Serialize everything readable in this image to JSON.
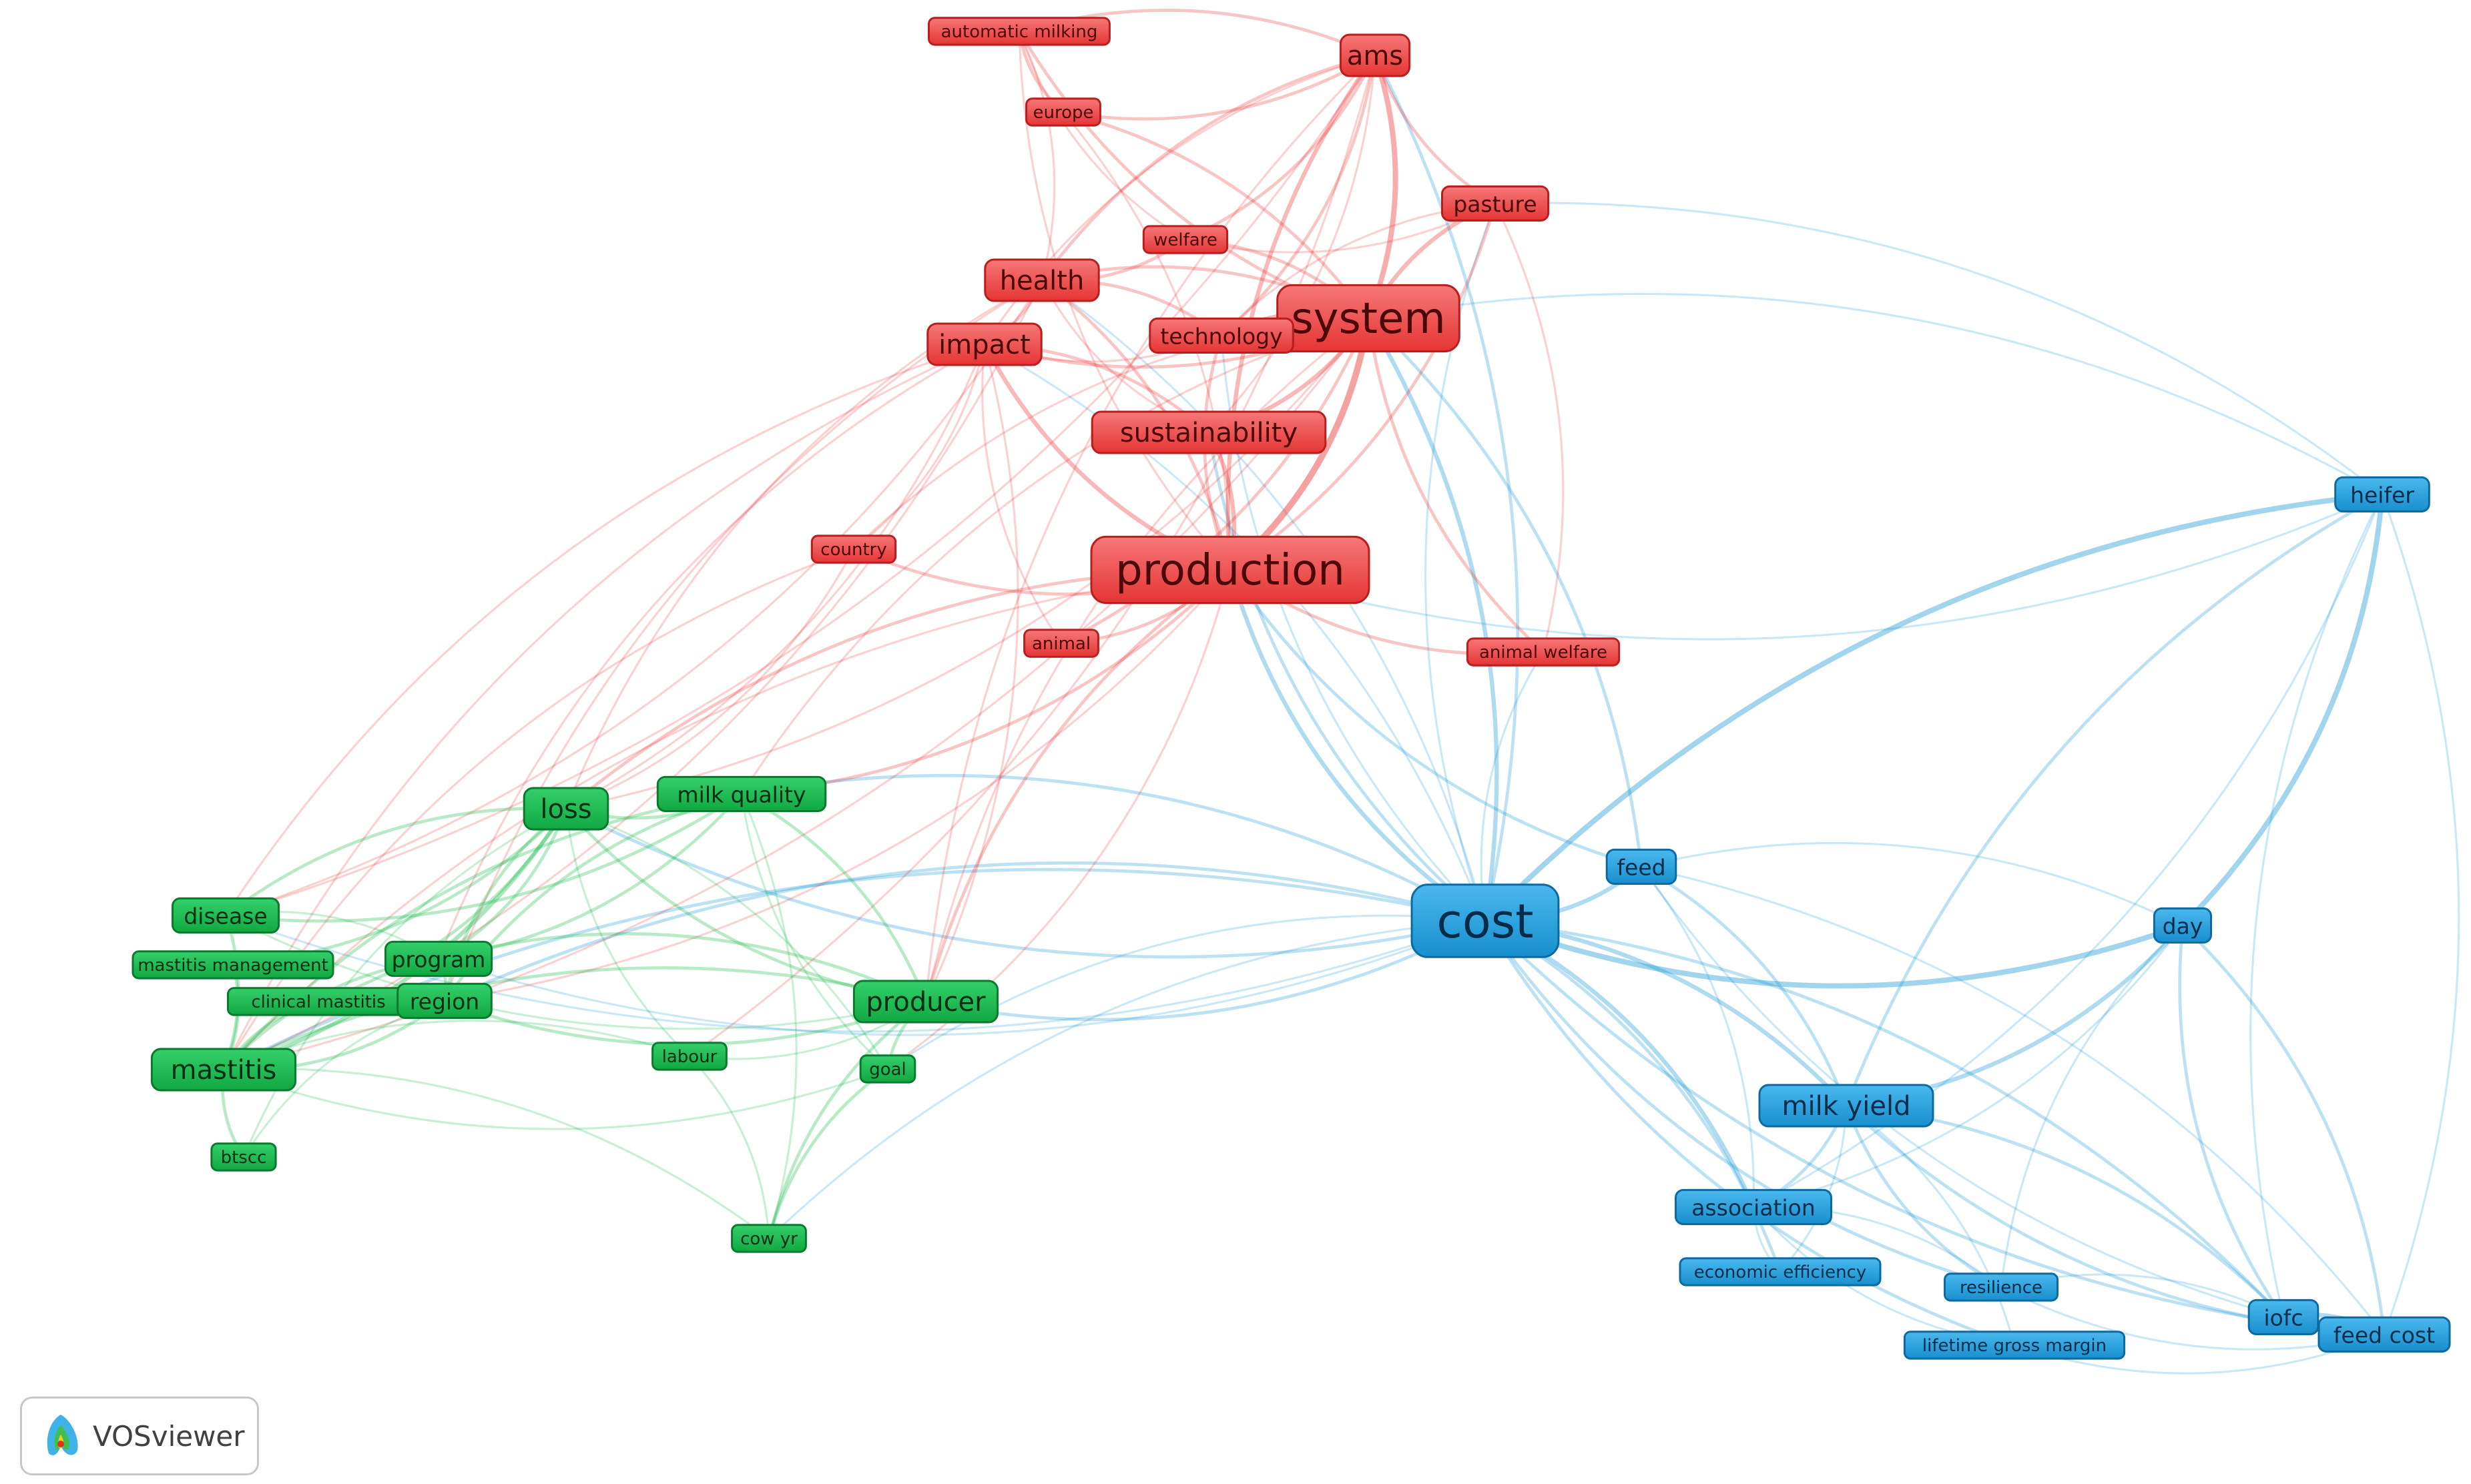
{
  "app": "VOSviewer",
  "colors": {
    "red": "#ec3b3b",
    "green": "#17b84a",
    "blue": "#1f9ad6"
  },
  "clusters": [
    {
      "id": "red",
      "terms": [
        "automatic milking",
        "ams",
        "europe",
        "pasture",
        "welfare",
        "health",
        "system",
        "technology",
        "impact",
        "sustainability",
        "country",
        "production",
        "animal",
        "animal welfare"
      ]
    },
    {
      "id": "green",
      "terms": [
        "loss",
        "milk quality",
        "disease",
        "mastitis management",
        "program",
        "clinical mastitis",
        "region",
        "producer",
        "mastitis",
        "labour",
        "goal",
        "btscc",
        "cow yr"
      ]
    },
    {
      "id": "blue",
      "terms": [
        "heifer",
        "feed",
        "cost",
        "day",
        "milk yield",
        "association",
        "economic efficiency",
        "resilience",
        "iofc",
        "feed cost",
        "lifetime gross margin"
      ]
    }
  ],
  "nodes": [
    {
      "label": "automatic milking",
      "cluster": "red",
      "weight": 1
    },
    {
      "label": "ams",
      "cluster": "red",
      "weight": 3
    },
    {
      "label": "europe",
      "cluster": "red",
      "weight": 1
    },
    {
      "label": "pasture",
      "cluster": "red",
      "weight": 2
    },
    {
      "label": "welfare",
      "cluster": "red",
      "weight": 1
    },
    {
      "label": "health",
      "cluster": "red",
      "weight": 3
    },
    {
      "label": "system",
      "cluster": "red",
      "weight": 6
    },
    {
      "label": "technology",
      "cluster": "red",
      "weight": 2
    },
    {
      "label": "impact",
      "cluster": "red",
      "weight": 3
    },
    {
      "label": "sustainability",
      "cluster": "red",
      "weight": 3
    },
    {
      "label": "country",
      "cluster": "red",
      "weight": 1
    },
    {
      "label": "production",
      "cluster": "red",
      "weight": 6
    },
    {
      "label": "animal",
      "cluster": "red",
      "weight": 1
    },
    {
      "label": "animal welfare",
      "cluster": "red",
      "weight": 1
    },
    {
      "label": "loss",
      "cluster": "green",
      "weight": 3
    },
    {
      "label": "milk quality",
      "cluster": "green",
      "weight": 2
    },
    {
      "label": "disease",
      "cluster": "green",
      "weight": 2
    },
    {
      "label": "mastitis management",
      "cluster": "green",
      "weight": 1
    },
    {
      "label": "program",
      "cluster": "green",
      "weight": 2
    },
    {
      "label": "clinical mastitis",
      "cluster": "green",
      "weight": 1
    },
    {
      "label": "region",
      "cluster": "green",
      "weight": 2
    },
    {
      "label": "producer",
      "cluster": "green",
      "weight": 3
    },
    {
      "label": "mastitis",
      "cluster": "green",
      "weight": 3
    },
    {
      "label": "labour",
      "cluster": "green",
      "weight": 1
    },
    {
      "label": "goal",
      "cluster": "green",
      "weight": 1
    },
    {
      "label": "btscc",
      "cluster": "green",
      "weight": 1
    },
    {
      "label": "cow yr",
      "cluster": "green",
      "weight": 1
    },
    {
      "label": "heifer",
      "cluster": "blue",
      "weight": 2
    },
    {
      "label": "feed",
      "cluster": "blue",
      "weight": 2
    },
    {
      "label": "cost",
      "cluster": "blue",
      "weight": 7
    },
    {
      "label": "day",
      "cluster": "blue",
      "weight": 2
    },
    {
      "label": "milk yield",
      "cluster": "blue",
      "weight": 3
    },
    {
      "label": "association",
      "cluster": "blue",
      "weight": 2
    },
    {
      "label": "economic efficiency",
      "cluster": "blue",
      "weight": 1
    },
    {
      "label": "resilience",
      "cluster": "blue",
      "weight": 1
    },
    {
      "label": "iofc",
      "cluster": "blue",
      "weight": 2
    },
    {
      "label": "feed cost",
      "cluster": "blue",
      "weight": 2
    },
    {
      "label": "lifetime gross margin",
      "cluster": "blue",
      "weight": 1
    }
  ],
  "links": [
    [
      "cost",
      "heifer",
      4
    ],
    [
      "cost",
      "day",
      4
    ],
    [
      "cost",
      "milk yield",
      3
    ],
    [
      "cost",
      "feed",
      3
    ],
    [
      "cost",
      "association",
      3
    ],
    [
      "cost",
      "resilience",
      2
    ],
    [
      "cost",
      "iofc",
      2
    ],
    [
      "cost",
      "feed cost",
      2
    ],
    [
      "cost",
      "economic efficiency",
      2
    ],
    [
      "cost",
      "lifetime gross margin",
      2
    ],
    [
      "cost",
      "production",
      3
    ],
    [
      "cost",
      "system",
      3
    ],
    [
      "cost",
      "producer",
      2
    ],
    [
      "cost",
      "mastitis",
      2
    ],
    [
      "cost",
      "loss",
      2
    ],
    [
      "cost",
      "region",
      2
    ],
    [
      "cost",
      "program",
      1
    ],
    [
      "cost",
      "ams",
      2
    ],
    [
      "cost",
      "pasture",
      1
    ],
    [
      "cost",
      "milk quality",
      2
    ],
    [
      "cost",
      "disease",
      1
    ],
    [
      "cost",
      "goal",
      1
    ],
    [
      "cost",
      "sustainability",
      2
    ],
    [
      "cost",
      "impact",
      1
    ],
    [
      "cost",
      "animal welfare",
      1
    ],
    [
      "cost",
      "health",
      1
    ],
    [
      "cost",
      "technology",
      1
    ],
    [
      "cost",
      "cow yr",
      1
    ],
    [
      "heifer",
      "day",
      4
    ],
    [
      "heifer",
      "milk yield",
      2
    ],
    [
      "heifer",
      "production",
      1
    ],
    [
      "heifer",
      "system",
      1
    ],
    [
      "heifer",
      "association",
      1
    ],
    [
      "heifer",
      "iofc",
      1
    ],
    [
      "heifer",
      "feed cost",
      1
    ],
    [
      "heifer",
      "pasture",
      1
    ],
    [
      "day",
      "milk yield",
      3
    ],
    [
      "day",
      "iofc",
      2
    ],
    [
      "day",
      "feed cost",
      2
    ],
    [
      "day",
      "resilience",
      1
    ],
    [
      "day",
      "association",
      1
    ],
    [
      "day",
      "feed",
      1
    ],
    [
      "milk yield",
      "association",
      2
    ],
    [
      "milk yield",
      "resilience",
      2
    ],
    [
      "milk yield",
      "iofc",
      2
    ],
    [
      "milk yield",
      "feed cost",
      2
    ],
    [
      "milk yield",
      "lifetime gross margin",
      1
    ],
    [
      "milk yield",
      "feed",
      2
    ],
    [
      "milk yield",
      "economic efficiency",
      1
    ],
    [
      "association",
      "economic efficiency",
      1
    ],
    [
      "association",
      "resilience",
      1
    ],
    [
      "association",
      "lifetime gross margin",
      1
    ],
    [
      "resilience",
      "iofc",
      1
    ],
    [
      "resilience",
      "feed cost",
      1
    ],
    [
      "iofc",
      "feed cost",
      3
    ],
    [
      "lifetime gross margin",
      "feed cost",
      1
    ],
    [
      "feed",
      "association",
      1
    ],
    [
      "feed",
      "system",
      2
    ],
    [
      "feed",
      "production",
      2
    ],
    [
      "feed",
      "iofc",
      1
    ],
    [
      "feed",
      "feed cost",
      1
    ],
    [
      "system",
      "ams",
      4
    ],
    [
      "system",
      "production",
      5
    ],
    [
      "system",
      "technology",
      3
    ],
    [
      "system",
      "sustainability",
      3
    ],
    [
      "system",
      "health",
      2
    ],
    [
      "system",
      "pasture",
      3
    ],
    [
      "system",
      "welfare",
      2
    ],
    [
      "system",
      "impact",
      2
    ],
    [
      "system",
      "europe",
      2
    ],
    [
      "system",
      "automatic milking",
      2
    ],
    [
      "system",
      "animal welfare",
      2
    ],
    [
      "system",
      "animal",
      2
    ],
    [
      "system",
      "country",
      1
    ],
    [
      "production",
      "ams",
      3
    ],
    [
      "production",
      "health",
      2
    ],
    [
      "production",
      "impact",
      3
    ],
    [
      "production",
      "sustainability",
      3
    ],
    [
      "production",
      "technology",
      2
    ],
    [
      "production",
      "pasture",
      2
    ],
    [
      "production",
      "animal",
      2
    ],
    [
      "production",
      "animal welfare",
      2
    ],
    [
      "production",
      "country",
      2
    ],
    [
      "production",
      "europe",
      1
    ],
    [
      "production",
      "automatic milking",
      1
    ],
    [
      "ams",
      "automatic milking",
      2
    ],
    [
      "ams",
      "europe",
      2
    ],
    [
      "ams",
      "pasture",
      2
    ],
    [
      "ams",
      "welfare",
      2
    ],
    [
      "ams",
      "health",
      2
    ],
    [
      "ams",
      "technology",
      2
    ],
    [
      "ams",
      "impact",
      1
    ],
    [
      "ams",
      "sustainability",
      1
    ],
    [
      "automatic milking",
      "europe",
      2
    ],
    [
      "automatic milking",
      "health",
      1
    ],
    [
      "automatic milking",
      "welfare",
      1
    ],
    [
      "health",
      "impact",
      2
    ],
    [
      "health",
      "welfare",
      2
    ],
    [
      "health",
      "technology",
      2
    ],
    [
      "health",
      "sustainability",
      1
    ],
    [
      "impact",
      "sustainability",
      2
    ],
    [
      "impact",
      "technology",
      1
    ],
    [
      "impact",
      "country",
      1
    ],
    [
      "impact",
      "animal",
      1
    ],
    [
      "pasture",
      "welfare",
      1
    ],
    [
      "pasture",
      "technology",
      1
    ],
    [
      "pasture",
      "animal welfare",
      1
    ],
    [
      "production",
      "producer",
      2
    ],
    [
      "production",
      "milk quality",
      2
    ],
    [
      "production",
      "loss",
      2
    ],
    [
      "production",
      "goal",
      1
    ],
    [
      "production",
      "mastitis",
      1
    ],
    [
      "production",
      "region",
      1
    ],
    [
      "system",
      "producer",
      1
    ],
    [
      "system",
      "loss",
      1
    ],
    [
      "system",
      "milk quality",
      1
    ],
    [
      "system",
      "mastitis",
      1
    ],
    [
      "impact",
      "mastitis",
      1
    ],
    [
      "impact",
      "loss",
      1
    ],
    [
      "impact",
      "disease",
      1
    ],
    [
      "impact",
      "producer",
      1
    ],
    [
      "impact",
      "program",
      1
    ],
    [
      "health",
      "mastitis",
      1
    ],
    [
      "health",
      "loss",
      1
    ],
    [
      "health",
      "disease",
      1
    ],
    [
      "health",
      "region",
      1
    ],
    [
      "ams",
      "labour",
      1
    ],
    [
      "ams",
      "producer",
      1
    ],
    [
      "ams",
      "disease",
      1
    ],
    [
      "country",
      "mastitis",
      1
    ],
    [
      "country",
      "loss",
      1
    ],
    [
      "loss",
      "milk quality",
      2
    ],
    [
      "loss",
      "mastitis",
      3
    ],
    [
      "loss",
      "disease",
      2
    ],
    [
      "loss",
      "program",
      2
    ],
    [
      "loss",
      "region",
      2
    ],
    [
      "loss",
      "clinical mastitis",
      2
    ],
    [
      "loss",
      "producer",
      2
    ],
    [
      "loss",
      "mastitis management",
      2
    ],
    [
      "loss",
      "labour",
      1
    ],
    [
      "loss",
      "goal",
      1
    ],
    [
      "loss",
      "btscc",
      1
    ],
    [
      "milk quality",
      "producer",
      2
    ],
    [
      "milk quality",
      "mastitis",
      2
    ],
    [
      "milk quality",
      "program",
      2
    ],
    [
      "milk quality",
      "region",
      2
    ],
    [
      "milk quality",
      "disease",
      2
    ],
    [
      "milk quality",
      "goal",
      1
    ],
    [
      "milk quality",
      "cow yr",
      1
    ],
    [
      "mastitis",
      "disease",
      2
    ],
    [
      "mastitis",
      "program",
      2
    ],
    [
      "mastitis",
      "region",
      2
    ],
    [
      "mastitis",
      "clinical mastitis",
      2
    ],
    [
      "mastitis",
      "mastitis management",
      2
    ],
    [
      "mastitis",
      "producer",
      2
    ],
    [
      "mastitis",
      "btscc",
      2
    ],
    [
      "mastitis",
      "labour",
      1
    ],
    [
      "mastitis",
      "goal",
      1
    ],
    [
      "mastitis",
      "cow yr",
      1
    ],
    [
      "producer",
      "goal",
      2
    ],
    [
      "producer",
      "region",
      2
    ],
    [
      "producer",
      "program",
      2
    ],
    [
      "producer",
      "labour",
      1
    ],
    [
      "producer",
      "cow yr",
      2
    ],
    [
      "producer",
      "disease",
      1
    ],
    [
      "goal",
      "cow yr",
      2
    ],
    [
      "labour",
      "cow yr",
      1
    ],
    [
      "region",
      "program",
      2
    ],
    [
      "disease",
      "program",
      1
    ],
    [
      "clinical mastitis",
      "region",
      1
    ],
    [
      "btscc",
      "region",
      1
    ]
  ]
}
